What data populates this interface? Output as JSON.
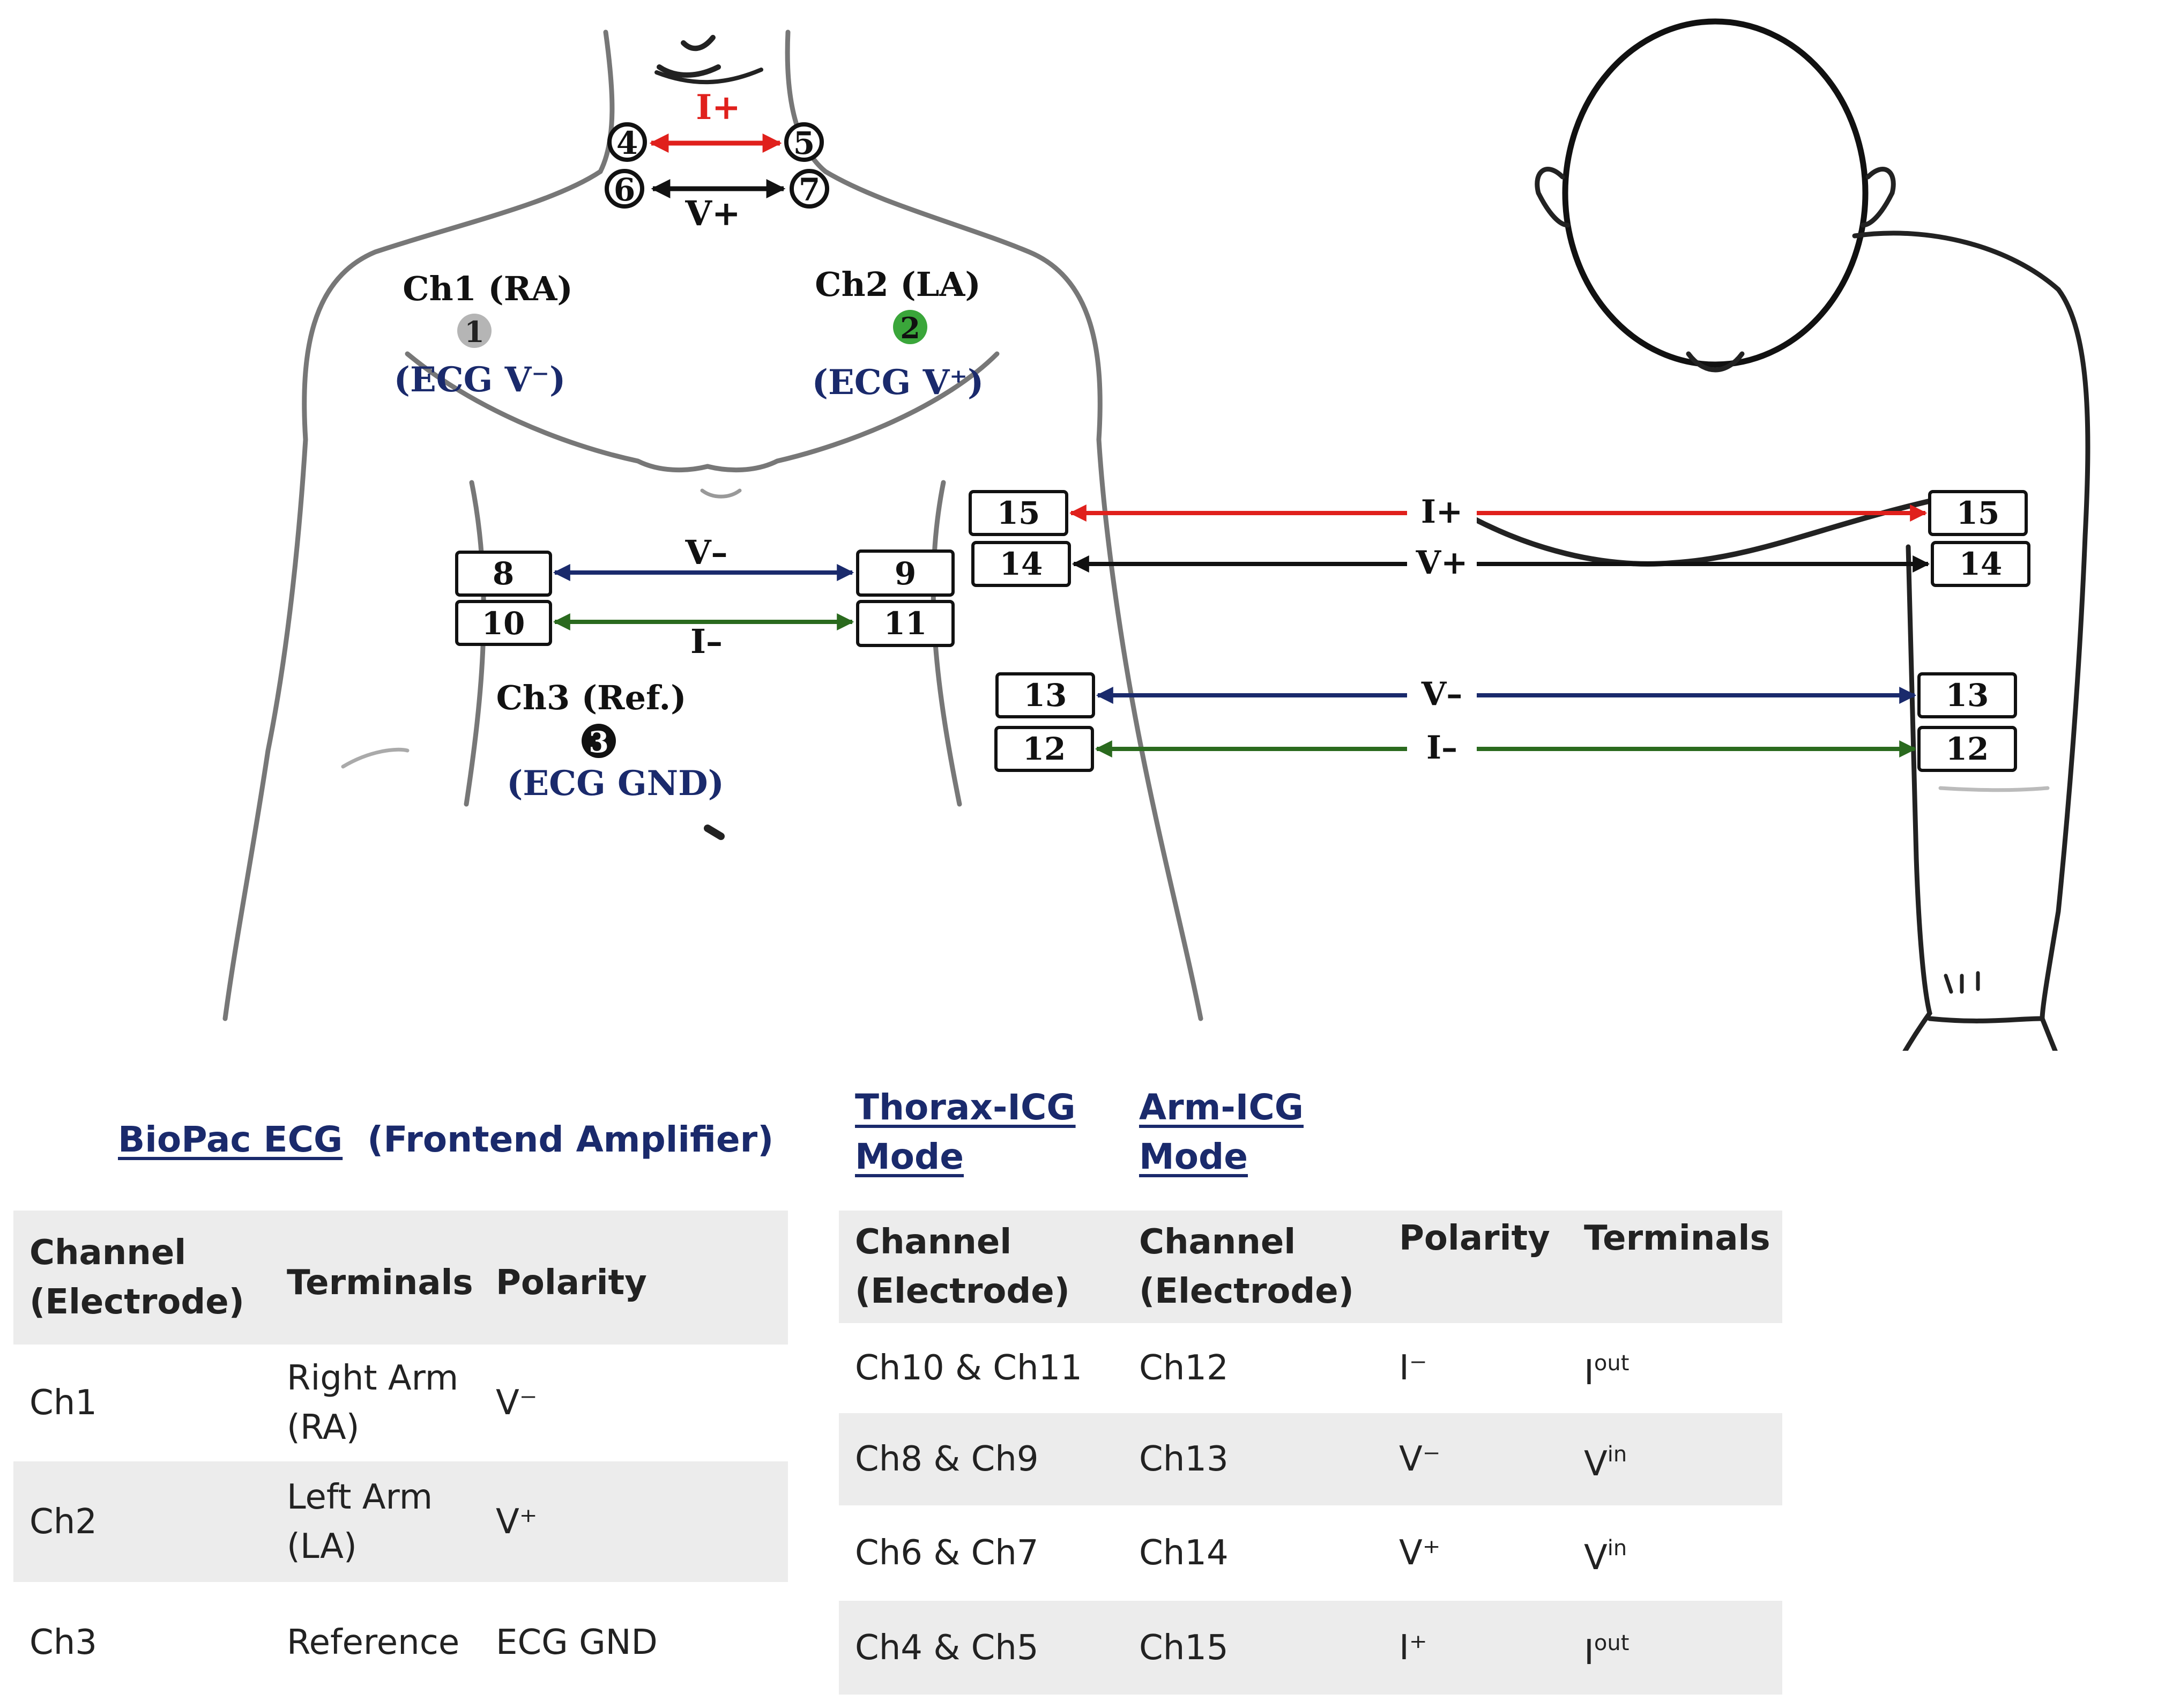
{
  "diagram": {
    "thorax": {
      "neck_current_label": "I+",
      "neck_voltage_label": "V+",
      "neck_electrodes": [
        "4",
        "5",
        "6",
        "7"
      ],
      "ch1": {
        "title": "Ch1 (RA)",
        "number": "1",
        "role": "(ECG V⁻)"
      },
      "ch2": {
        "title": "Ch2 (LA)",
        "number": "2",
        "role": "(ECG V⁺)"
      },
      "ch3": {
        "title": "Ch3 (Ref.)",
        "number": "3",
        "role": "(ECG GND)"
      },
      "chest_upper_pair": [
        "8",
        "9"
      ],
      "chest_upper_label": "V–",
      "chest_lower_pair": [
        "10",
        "11"
      ],
      "chest_lower_label": "I–"
    },
    "arm": {
      "rows": [
        {
          "left": "15",
          "right": "15",
          "label": "I+",
          "color": "#e0201c"
        },
        {
          "left": "14",
          "right": "14",
          "label": "V+",
          "color": "#111111"
        },
        {
          "left": "13",
          "right": "13",
          "label": "V–",
          "color": "#1a2a6c"
        },
        {
          "left": "12",
          "right": "12",
          "label": "I–",
          "color": "#2a6a1e"
        }
      ]
    },
    "colors": {
      "current_positive": "#e0201c",
      "voltage_negative": "#1a2a6c",
      "current_negative": "#2a6a1e",
      "ch1_marker": "#b5b5b5",
      "ch2_marker": "#3aa63a",
      "ch3_marker": "#111111",
      "role_text": "#1a2a6c"
    }
  },
  "ecg_table": {
    "title_link": "BioPac ECG",
    "title_rest": "(Frontend Amplifier)",
    "headers": [
      "Channel (Electrode)",
      "Terminals",
      "Polarity"
    ],
    "rows": [
      {
        "channel": "Ch1",
        "terminal": "Right Arm (RA)",
        "polarity": "V⁻"
      },
      {
        "channel": "Ch2",
        "terminal": "Left Arm (LA)",
        "polarity": "V⁺"
      },
      {
        "channel": "Ch3",
        "terminal": "Reference",
        "polarity": "ECG GND"
      }
    ]
  },
  "icg_table": {
    "thorax_mode_label": "Thorax-ICG Mode",
    "arm_mode_label": "Arm-ICG Mode",
    "headers": [
      "Channel (Electrode)",
      "Channel (Electrode)",
      "Polarity",
      "Terminals"
    ],
    "rows": [
      {
        "thorax": "Ch10 & Ch11",
        "arm": "Ch12",
        "polarity": "I⁻",
        "terminal_base": "I",
        "terminal_sup": "out"
      },
      {
        "thorax": "Ch8 & Ch9",
        "arm": "Ch13",
        "polarity": "V⁻",
        "terminal_base": "V",
        "terminal_sup": "in"
      },
      {
        "thorax": "Ch6 & Ch7",
        "arm": "Ch14",
        "polarity": "V⁺",
        "terminal_base": "V",
        "terminal_sup": "in"
      },
      {
        "thorax": "Ch4 & Ch5",
        "arm": "Ch15",
        "polarity": "I⁺",
        "terminal_base": "I",
        "terminal_sup": "out"
      }
    ]
  }
}
